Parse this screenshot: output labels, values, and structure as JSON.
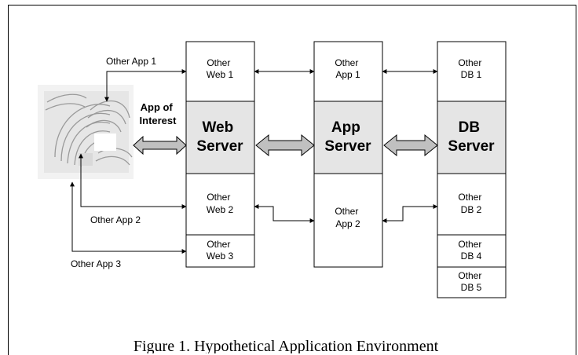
{
  "web_column": {
    "other_web_1": [
      "Other",
      "Web 1"
    ],
    "server": [
      "Web",
      "Server"
    ],
    "other_web_2": [
      "Other",
      "Web 2"
    ],
    "other_web_3": [
      "Other",
      "Web 3"
    ]
  },
  "app_column": {
    "other_app_1": [
      "Other",
      "App 1"
    ],
    "server": [
      "App",
      "Server"
    ],
    "other_app_2": [
      "Other",
      "App 2"
    ]
  },
  "db_column": {
    "other_db_1": [
      "Other",
      "DB 1"
    ],
    "server": [
      "DB",
      "Server"
    ],
    "other_db_2": [
      "Other",
      "DB 2"
    ],
    "other_db_4": [
      "Other",
      "DB 4"
    ],
    "other_db_5": [
      "Other",
      "DB 5"
    ]
  },
  "client_labels": {
    "app_of_interest": [
      "App of",
      "Interest"
    ],
    "other_app_1": "Other App 1",
    "other_app_2": "Other App  2",
    "other_app_3": "Other App  3"
  },
  "caption": "Figure 1. Hypothetical Application Environment",
  "colors": {
    "server_fill": "#e5e5e5",
    "arrow_fill": "#c0c0c0",
    "line": "#000000"
  }
}
